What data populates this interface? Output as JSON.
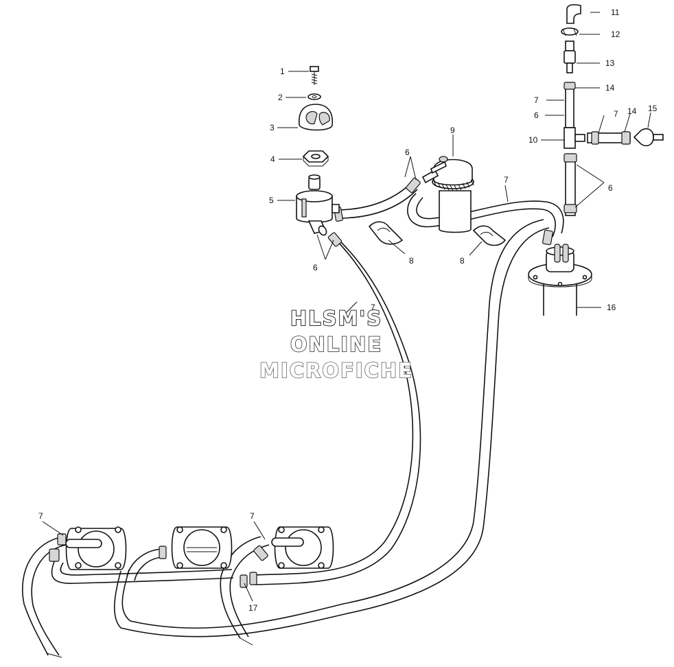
{
  "watermark": {
    "line1": "HLSM'S",
    "line2": "ONLINE",
    "line3": "MICROFICHE",
    "colors": [
      "#111111",
      "#444444",
      "#777777"
    ]
  },
  "callouts": [
    "1",
    "2",
    "3",
    "4",
    "5",
    "6",
    "6",
    "6",
    "7",
    "7",
    "7",
    "7",
    "7",
    "7",
    "8",
    "8",
    "9",
    "10",
    "11",
    "12",
    "13",
    "14",
    "14",
    "15",
    "16",
    "17"
  ],
  "icons": {
    "filter": "cylindrical-fuel-filter-icon",
    "pump": "fuel-pump-icon",
    "sender": "tank-sender-flange-icon",
    "carb": "carburetor-flange-icon"
  }
}
